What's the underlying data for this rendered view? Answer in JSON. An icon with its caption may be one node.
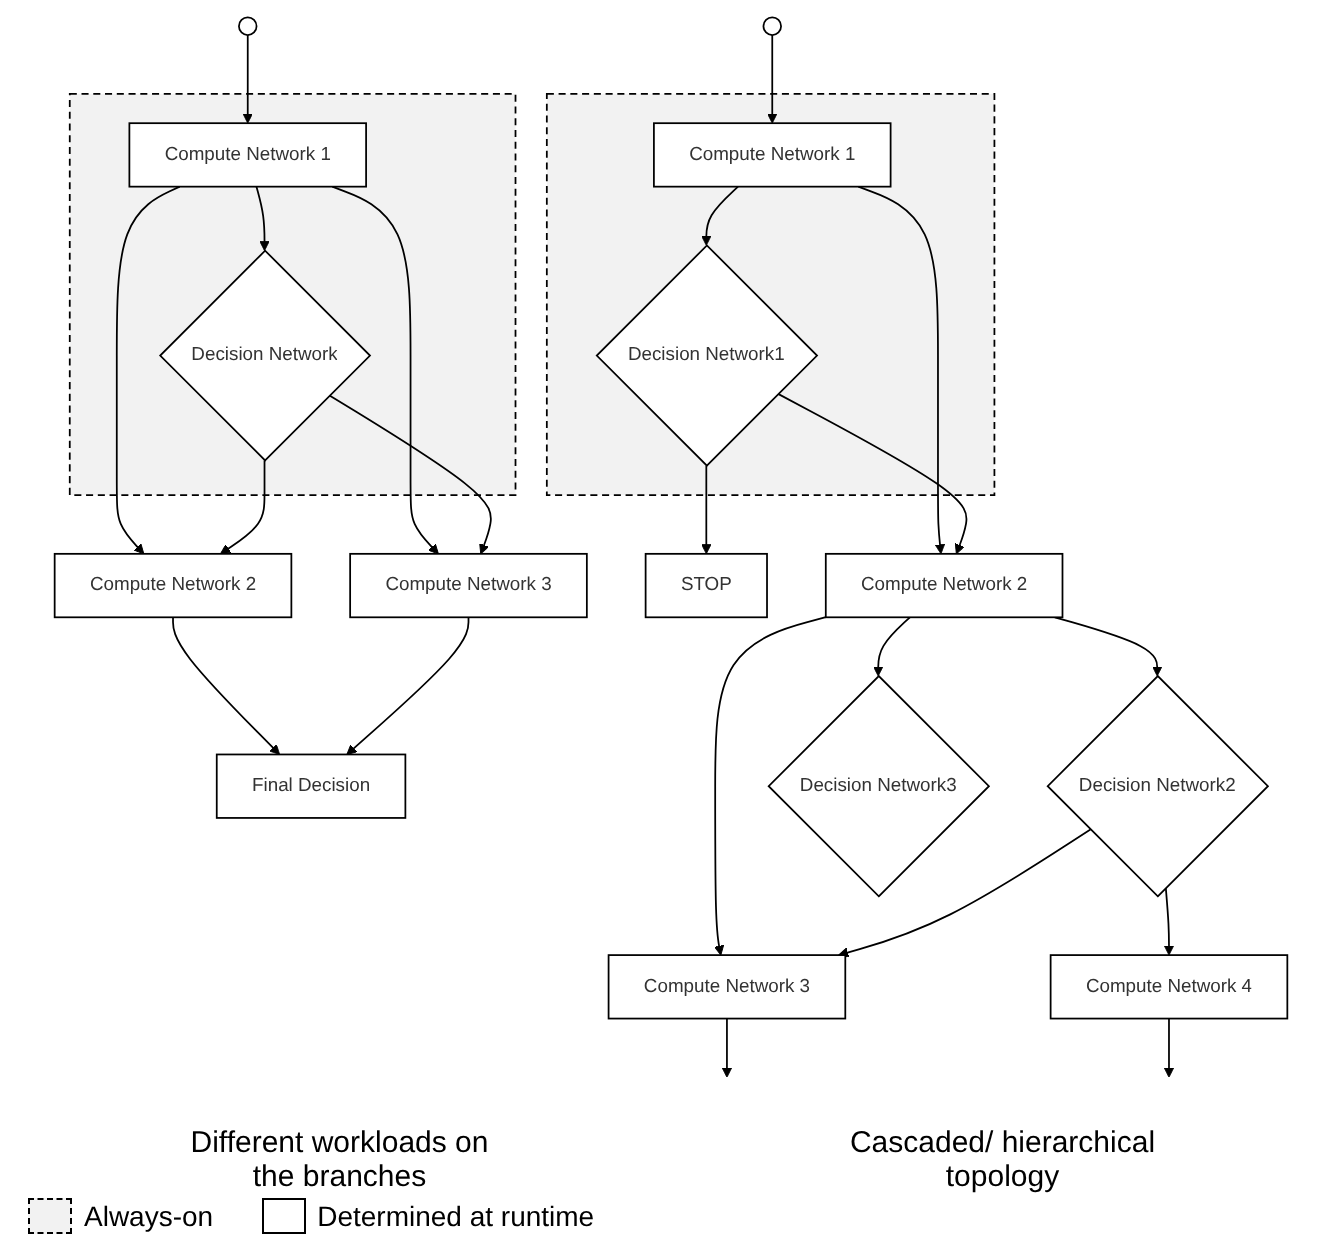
{
  "diagram": {
    "nodes": [
      {
        "text": [],
        "shape": "box"
      },
      {
        "text": [],
        "shape": "circle"
      },
      {
        "text": [
          "Compute Network 1"
        ],
        "in": 0
      },
      {
        "text": [
          "Decision Network"
        ],
        "in": 0
      },
      {
        "text": [
          "Compute Network 2"
        ]
      },
      {
        "text": [
          "Compute Network 3"
        ]
      },
      {
        "text": [
          "Final Decision"
        ]
      },
      {
        "text": [],
        "shape": "box"
      },
      {
        "text": [],
        "shape": "circle"
      },
      {
        "text": [
          "Compute Network 1"
        ],
        "in": 7
      },
      {
        "text": [
          "Decision Network1"
        ],
        "in": 7
      },
      {
        "text": [
          "STOP"
        ]
      },
      {
        "text": [
          "Compute Network 2"
        ]
      },
      {
        "text": [
          "Decision Network2"
        ]
      },
      {
        "text": [
          "Decision Network3"
        ]
      },
      {
        "text": [
          "Compute Network 3"
        ]
      },
      {
        "text": [
          "Compute Network 4"
        ]
      }
    ],
    "edges": [
      {
        "from": 1,
        "to": 2,
        "arrow": "to"
      },
      {
        "from": 2,
        "to": 3,
        "arrow": "to"
      },
      {
        "from": 2,
        "to": 4,
        "arrow": "to"
      },
      {
        "from": 2,
        "to": 5,
        "arrow": "to"
      },
      {
        "from": 3,
        "to": 4,
        "arrow": "to"
      },
      {
        "from": 3,
        "to": 5,
        "arrow": "to"
      },
      {
        "from": 4,
        "to": 6,
        "arrow": "to"
      },
      {
        "from": 5,
        "to": 6,
        "arrow": "to"
      },
      {
        "from": 8,
        "to": 9,
        "arrow": "to"
      },
      {
        "from": 9,
        "to": 12,
        "arrow": "to"
      },
      {
        "from": 9,
        "to": 10,
        "arrow": "to"
      },
      {
        "from": 10,
        "to": 12,
        "arrow": "to"
      },
      {
        "from": 10,
        "to": 11,
        "arrow": "to"
      },
      {
        "from": 12,
        "to": 13,
        "arrow": "to"
      },
      {
        "from": 12,
        "to": 14,
        "arrow": "to"
      },
      {
        "from": 12,
        "to": 15,
        "arrow": "to"
      },
      {
        "from": 13,
        "to": 15,
        "arrow": "to"
      },
      {
        "from": 13,
        "to": 16,
        "arrow": "to"
      },
      {
        "from": 15,
        "to": null,
        "arrow": "to"
      },
      {
        "from": 16,
        "to": null,
        "arrow": "to"
      }
    ],
    "labels": [
      "Different workloads on the branches",
      "Cascaded/ hierarchical topology"
    ],
    "legend": [
      {
        "text": "Always-on",
        "color": "#f2f2f2"
      },
      {
        "text": "Determined at runtime",
        "color": "#ffffff"
      }
    ]
  }
}
